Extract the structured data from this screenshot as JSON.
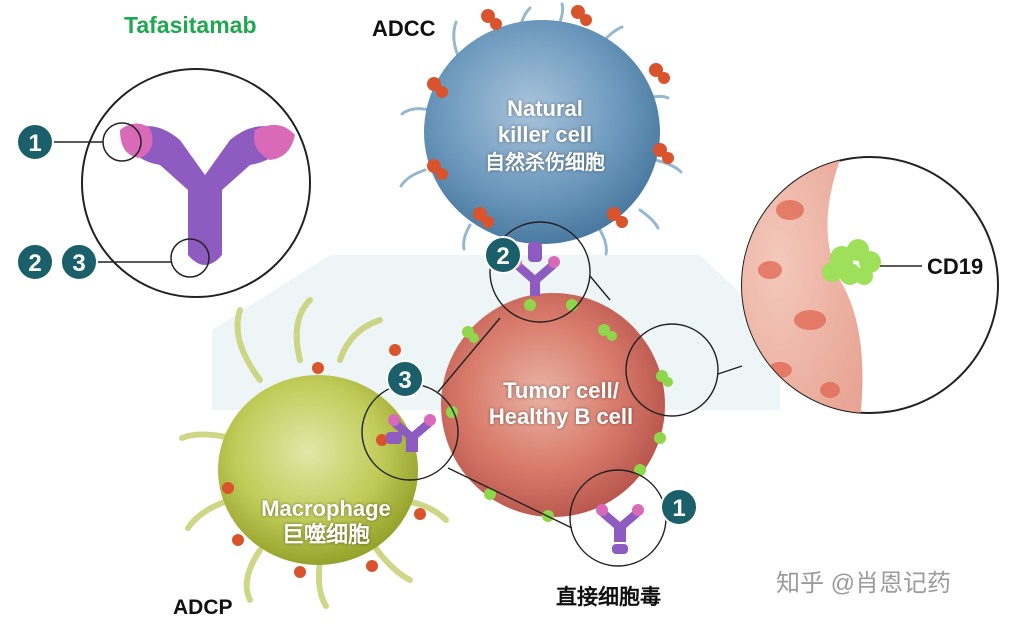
{
  "title": "Tafasitamab",
  "labels": {
    "adcc": "ADCC",
    "adcp": "ADCP",
    "cdc": "直接细胞毒",
    "cd19": "CD19"
  },
  "cells": {
    "nk": {
      "line1": "Natural",
      "line2": "killer cell",
      "line3": "自然杀伤细胞"
    },
    "tumor": {
      "line1": "Tumor cell/",
      "line2": "Healthy B cell"
    },
    "macrophage": {
      "line1": "Macrophage",
      "line2": "巨噬细胞"
    }
  },
  "badges": {
    "b1": "1",
    "b2": "2",
    "b3": "3",
    "b4": "2",
    "b5": "3",
    "b6": "1"
  },
  "watermark": "知乎 @肖恩记药",
  "colors": {
    "title": "#1fa84f",
    "badge": "#1b5f6a",
    "nk_cell": "#6f9bbf",
    "tumor_cell": "#d97c6c",
    "macrophage": "#b8c24a",
    "antibody": "#8e5cc0",
    "antibody_fab": "#d86ab8",
    "cd19": "#8fd64a",
    "receptor": "#d9542d"
  }
}
